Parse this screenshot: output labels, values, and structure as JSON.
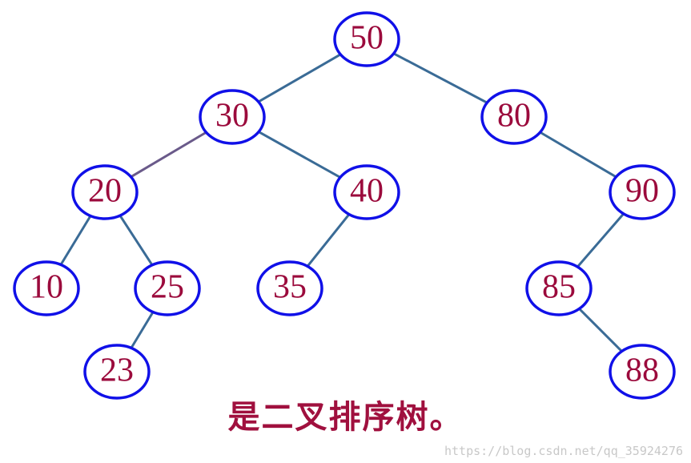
{
  "diagram": {
    "nodes": [
      {
        "id": "50",
        "label": "50"
      },
      {
        "id": "30",
        "label": "30"
      },
      {
        "id": "80",
        "label": "80"
      },
      {
        "id": "20",
        "label": "20"
      },
      {
        "id": "40",
        "label": "40"
      },
      {
        "id": "90",
        "label": "90"
      },
      {
        "id": "10",
        "label": "10"
      },
      {
        "id": "25",
        "label": "25"
      },
      {
        "id": "35",
        "label": "35"
      },
      {
        "id": "85",
        "label": "85"
      },
      {
        "id": "23",
        "label": "23"
      },
      {
        "id": "88",
        "label": "88"
      }
    ],
    "edges": [
      {
        "from": "50",
        "to": "30"
      },
      {
        "from": "50",
        "to": "80"
      },
      {
        "from": "30",
        "to": "20"
      },
      {
        "from": "30",
        "to": "40"
      },
      {
        "from": "80",
        "to": "90"
      },
      {
        "from": "20",
        "to": "10"
      },
      {
        "from": "20",
        "to": "25"
      },
      {
        "from": "40",
        "to": "35"
      },
      {
        "from": "90",
        "to": "85"
      },
      {
        "from": "25",
        "to": "23"
      },
      {
        "from": "85",
        "to": "88"
      }
    ],
    "colors": {
      "node_border": "#1010e8",
      "node_text": "#9b0a3c",
      "edge": "#3a6b96",
      "edge_alt": "#6a5a8a"
    }
  },
  "caption": "是二叉排序树。",
  "watermark": "https://blog.csdn.net/qq_35924276"
}
